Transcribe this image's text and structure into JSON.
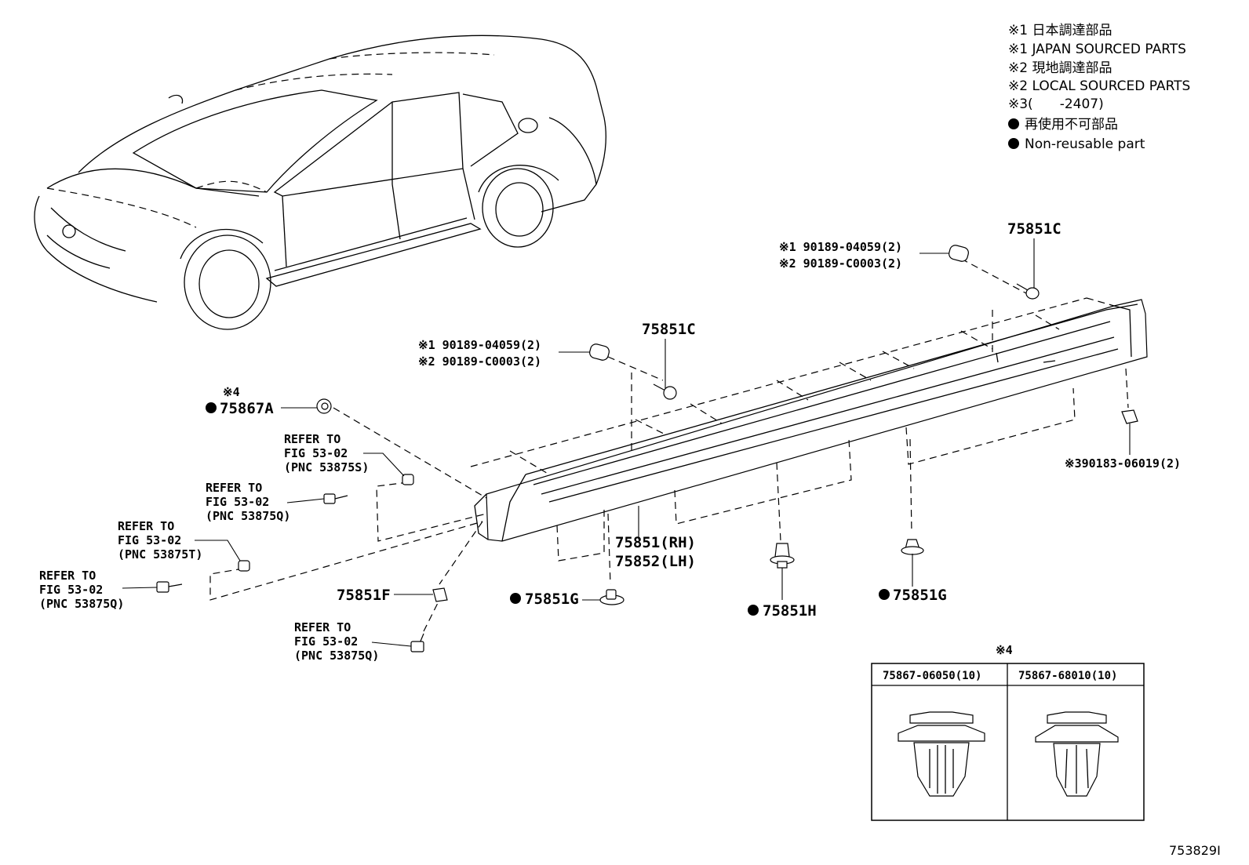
{
  "legend": {
    "l1": "※1 日本調達部品",
    "l2": "※1 JAPAN SOURCED PARTS",
    "l3": "※2 現地調達部品",
    "l4": "※2 LOCAL SOURCED PARTS",
    "l5": "※3(　　-2407)",
    "l6": "再使用不可部品",
    "l7": "Non-reusable part"
  },
  "labels": {
    "p75851c_top": "75851C",
    "p75851c_mid": "75851C",
    "top_clip_1": "※1 90189-04059(2)",
    "top_clip_2": "※2 90189-C0003(2)",
    "mid_clip_1": "※1 90189-04059(2)",
    "mid_clip_2": "※2 90189-C0003(2)",
    "star4_a": "※4",
    "p75867a": "75867A",
    "refer_a_1": "REFER TO",
    "refer_a_2": "FIG 53-02",
    "refer_a_3": "(PNC 53875S)",
    "refer_b_1": "REFER TO",
    "refer_b_2": "FIG 53-02",
    "refer_b_3": "(PNC 53875Q)",
    "refer_c_1": "REFER TO",
    "refer_c_2": "FIG 53-02",
    "refer_c_3": "(PNC 53875T)",
    "refer_d_1": "REFER TO",
    "refer_d_2": "FIG 53-02",
    "refer_d_3": "(PNC 53875Q)",
    "refer_e_1": "REFER TO",
    "refer_e_2": "FIG 53-02",
    "refer_e_3": "(PNC 53875Q)",
    "p75851f": "75851F",
    "p75851g_left": "75851G",
    "p75851g_right": "75851G",
    "p75851h": "75851H",
    "p75851rh": "75851(RH)",
    "p75852lh": "75852(LH)",
    "p90183": "※390183-06019(2)",
    "star4_b": "※4",
    "table_col1": "75867-06050(10)",
    "table_col2": "75867-68010(10)",
    "figure_id": "753829I"
  }
}
